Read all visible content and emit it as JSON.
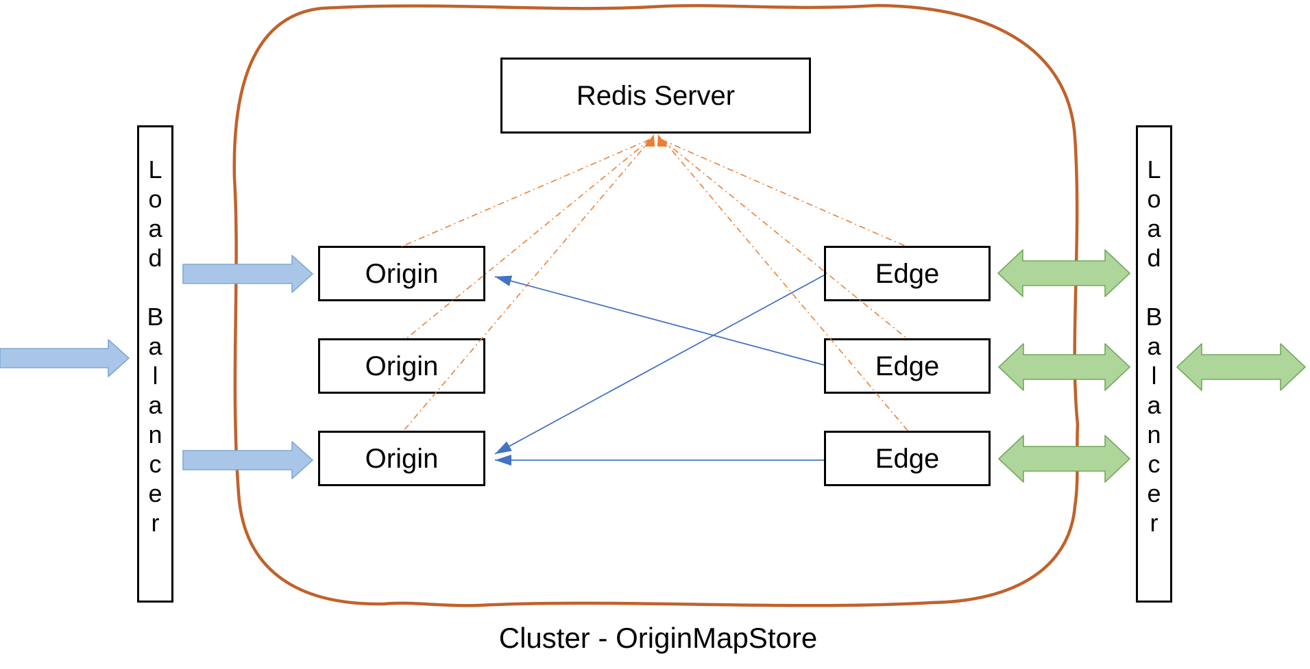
{
  "diagram": {
    "caption": "Cluster - OriginMapStore",
    "nodes": {
      "redis": {
        "label": "Redis Server"
      },
      "origins": [
        {
          "label": "Origin"
        },
        {
          "label": "Origin"
        },
        {
          "label": "Origin"
        }
      ],
      "edges": [
        {
          "label": "Edge"
        },
        {
          "label": "Edge"
        },
        {
          "label": "Edge"
        }
      ],
      "load_balancer_left": {
        "label": "Load Balancer",
        "label_vertical": "L\no\na\nd\n\nB\na\nl\na\nn\nc\ne\nr"
      },
      "load_balancer_right": {
        "label": "Load Balancer",
        "label_vertical": "L\no\na\nd\n\nB\na\nl\na\nn\nc\ne\nr"
      }
    },
    "connections": {
      "dashed_to_redis": [
        "Origin-1 — Redis Server",
        "Origin-2 — Redis Server",
        "Origin-3 — Redis Server",
        "Edge-1 — Redis Server",
        "Edge-2 — Redis Server",
        "Edge-3 — Redis Server"
      ],
      "blue_links": [
        "Edge-2 → Origin-1",
        "Edge-1 → Origin-3",
        "Edge-3 → Origin-3"
      ],
      "thick_arrows": [
        "inbound → Load Balancer (left)",
        "Load Balancer (left) → Origin-1",
        "Load Balancer (left) → Origin-3",
        "Edge-1 ↔ Load Balancer (right)",
        "Edge-2 ↔ Load Balancer (right)",
        "Edge-3 ↔ Load Balancer (right)",
        "Load Balancer (right) ↔ outside"
      ]
    }
  },
  "colors": {
    "accent-orange": "#ED7D31",
    "border-orange": "#C0622B",
    "blue-line": "#4472C4",
    "blue-fill": "#A9C6E8",
    "blue-stroke": "#7FA8D4",
    "green-fill": "#AED59A",
    "green-stroke": "#74A85C",
    "box-border": "#000000",
    "text": "#000000"
  }
}
